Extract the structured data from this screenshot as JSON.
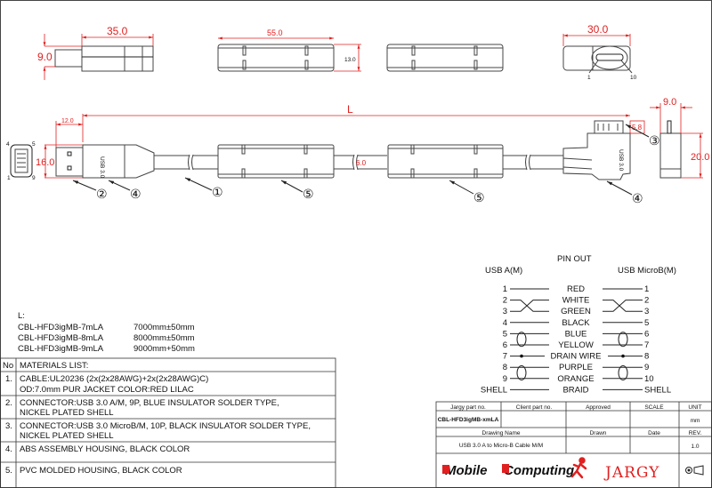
{
  "drawing": {
    "dims": {
      "a_length": "35.0",
      "a_height": "9.0",
      "ferrite_length": "55.0",
      "ferrite_height": "13.0",
      "microb_length": "30.0",
      "overall": "L",
      "a_plug": "12.0",
      "a_width": "16.0",
      "cable_od": "6.0",
      "microb_tip": "5.8",
      "microb_thick": "9.0",
      "microb_width": "20.0"
    },
    "pin_labels": {
      "a_tl": "4",
      "a_tr": "5",
      "a_bl": "1",
      "a_br": "9",
      "mb_left": "1",
      "mb_right": "10"
    },
    "balloons": {
      "b1": "①",
      "b2": "②",
      "b3": "③",
      "b4": "④",
      "b5": "⑤"
    }
  },
  "lengths": {
    "title": "L:",
    "items": [
      {
        "part": "CBL-HFD3igMB-7mLA",
        "length": "7000mm±50mm"
      },
      {
        "part": "CBL-HFD3igMB-8mLA",
        "length": "8000mm±50mm"
      },
      {
        "part": "CBL-HFD3igMB-9mLA",
        "length": "9000mm+50mm"
      }
    ]
  },
  "materials": {
    "no_header": "No",
    "header": "MATERIALS LIST:",
    "rows": [
      {
        "no": "1.",
        "line1": "CABLE:UL20236 (2x(2x28AWG)+2x(2x28AWG)C)",
        "line2": "OD:7.0mm  PUR JACKET COLOR:RED LILAC"
      },
      {
        "no": "2.",
        "line1": "CONNECTOR:USB 3.0 A/M, 9P, BLUE INSULATOR SOLDER TYPE,",
        "line2": "NICKEL PLATED SHELL"
      },
      {
        "no": "3.",
        "line1": "CONNECTOR:USB 3.0 MicroB/M, 10P, BLACK INSULATOR SOLDER TYPE,",
        "line2": "NICKEL PLATED SHELL"
      },
      {
        "no": "4.",
        "line1": "ABS ASSEMBLY HOUSING, BLACK COLOR",
        "line2": ""
      },
      {
        "no": "5.",
        "line1": "PVC MOLDED HOUSING, BLACK COLOR",
        "line2": ""
      }
    ]
  },
  "pinout": {
    "title": "PIN OUT",
    "left_header": "USB A(M)",
    "right_header": "USB MicroB(M)",
    "rows": [
      {
        "a": "1",
        "wire": "RED",
        "b": "1"
      },
      {
        "a": "2",
        "wire": "WHITE",
        "b": "2"
      },
      {
        "a": "3",
        "wire": "GREEN",
        "b": "3"
      },
      {
        "a": "4",
        "wire": "BLACK",
        "b": "5"
      },
      {
        "a": "5",
        "wire": "BLUE",
        "b": "6"
      },
      {
        "a": "6",
        "wire": "YELLOW",
        "b": "7"
      },
      {
        "a": "7",
        "wire": "DRAIN WIRE",
        "b": "8"
      },
      {
        "a": "8",
        "wire": "PURPLE",
        "b": "9"
      },
      {
        "a": "9",
        "wire": "ORANGE",
        "b": "10"
      },
      {
        "a": "SHELL",
        "wire": "BRAID",
        "b": "SHELL"
      }
    ]
  },
  "title_block": {
    "jargy_part_label": "Jargy part no.",
    "client_part_label": "Client part no.",
    "approved_label": "Approved",
    "scale_label": "SCALE",
    "unit_label": "UNIT",
    "jargy_part": "CBL-HFD3igMB-xmLA",
    "unit": "mm",
    "drawing_name_label": "Drawing Name",
    "drawn_label": "Drawn",
    "date_label": "Date",
    "rev_label": "REV.",
    "drawing_name": "USB 3.0 A to Micro-B Cable M/M",
    "rev": "1.0",
    "logo_mobile": "Mobile",
    "logo_computing": "Computing",
    "logo_jargy": "JARGY"
  },
  "colors": {
    "dimension": "#e02020",
    "line": "#444444",
    "logo_red": "#e02020"
  }
}
